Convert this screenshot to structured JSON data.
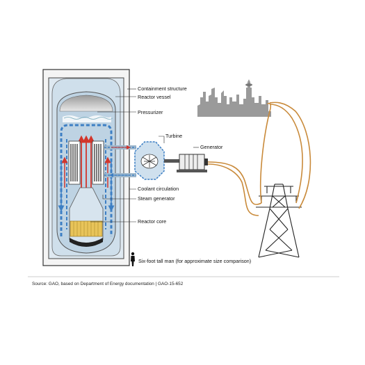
{
  "labels": {
    "containment": "Containment structure",
    "vessel": "Reactor vessel",
    "pressurizer": "Pressurizer",
    "turbine": "Turbine",
    "generator": "Generator",
    "coolant": "Coolant circulation",
    "steam": "Steam generator",
    "core": "Reactor core",
    "person": "Six-foot tall man (for approximate size comparison)"
  },
  "source": "Source: GAO, based on Department of Energy documentation  |  GAO-15-652",
  "colors": {
    "containment": "#dfe9f1",
    "containment_stroke": "#333333",
    "vessel_fill": "#bed3e3",
    "flow_blue": "#3d7fc4",
    "flow_red": "#d2352b",
    "core_yellow": "#e8c45a",
    "wire": "#c98a3a",
    "skyline": "#9a9a9a"
  },
  "icons": [
    "city-skyline-icon",
    "transmission-tower-icon",
    "person-icon",
    "turbine-icon",
    "generator-icon"
  ]
}
